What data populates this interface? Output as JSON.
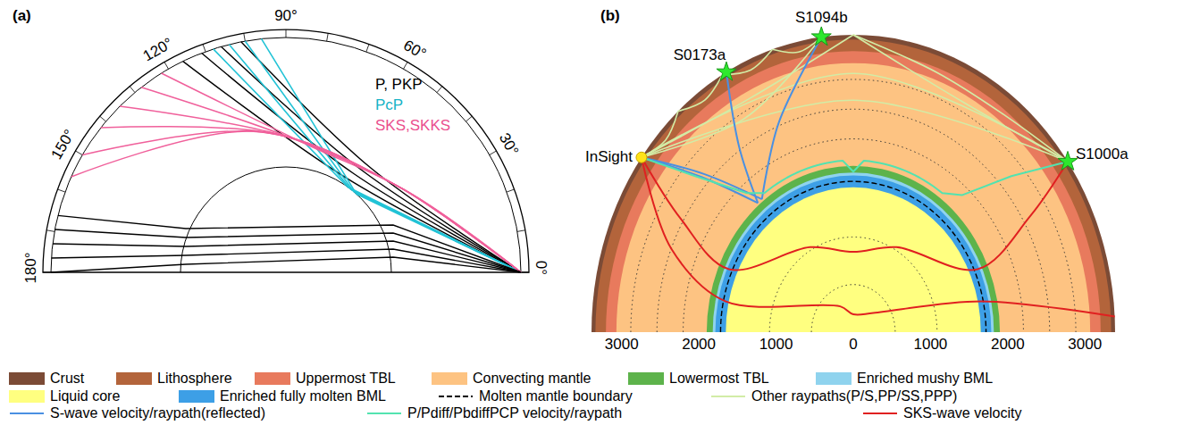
{
  "diagram": {
    "labels": [
      "(a)",
      "90°",
      "60°",
      "30°",
      "120°",
      "150°",
      "180°",
      "0°",
      "P, PKP",
      "PcP",
      "SKS,SKKS",
      "(b)",
      "S1094b",
      "S0173a",
      "InSight",
      "S1000a",
      "3000",
      "2000",
      "1000",
      "0",
      "1000",
      "2000",
      "3000"
    ],
    "legend": [
      {
        "text": "Crust",
        "color": "#7b4b36"
      },
      {
        "text": "Lithosphere",
        "color": "#b3643b"
      },
      {
        "text": "Uppermost TBL",
        "color": "#e87a5d"
      },
      {
        "text": "Convecting mantle",
        "color": "#fdc382"
      },
      {
        "text": "Lowermost TBL",
        "color": "#5db34b"
      },
      {
        "text": "Enriched mushy BML",
        "color": "#8fd3ee"
      },
      {
        "text": "Liquid core",
        "color": "#ffff80"
      },
      {
        "text": "Enriched fully molten BML",
        "color": "#3d9fe6"
      },
      {
        "text": "Molten mantle boundary"
      },
      {
        "text": "Other raypaths(P/S,PP/SS,PPP)"
      },
      {
        "text": "S-wave velocity/raypath(reflected)"
      },
      {
        "text": "P/Pdiff/PbdiffPCP velocity/raypath"
      },
      {
        "text": "SKS-wave velocity"
      }
    ]
  }
}
